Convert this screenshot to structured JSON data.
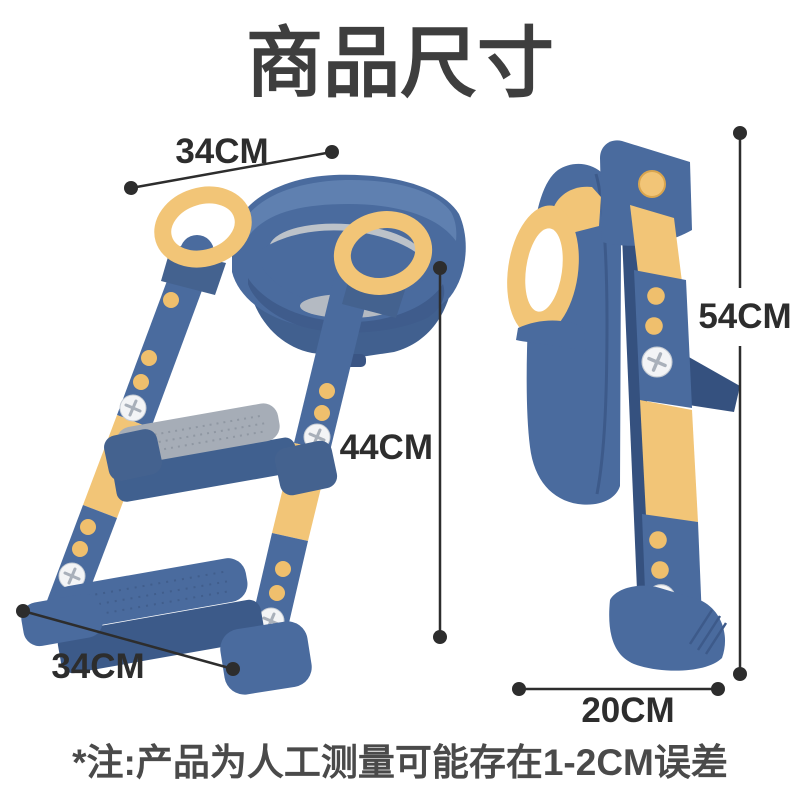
{
  "title": "商品尺寸",
  "note": "*注:产品为人工测量可能存在1-2CM误差",
  "measurements": {
    "top_width": "34CM",
    "unfolded_height": "44CM",
    "folded_height": "54CM",
    "base_depth": "34CM",
    "folded_depth": "20CM"
  },
  "colors": {
    "product_blue": "#4a6b9e",
    "product_blue_dark": "#3a5584",
    "product_blue_deep": "#35517f",
    "product_yellow": "#f2c577",
    "pad_gray": "#bcc2c9",
    "dimension_line": "#2d2d2d",
    "title_text": "#3e3e3e",
    "note_text": "#4a4a4a",
    "background": "#ffffff"
  }
}
